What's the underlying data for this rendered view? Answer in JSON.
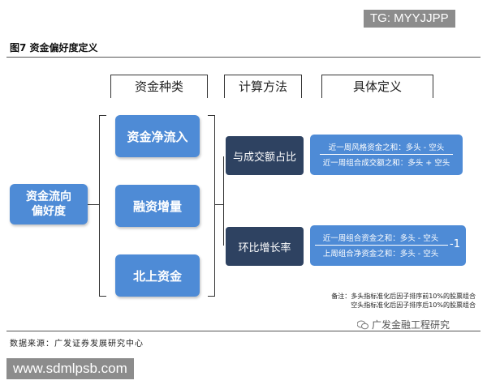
{
  "watermark_top": "TG: MYYJJPP",
  "figure_title": "图7 资金偏好度定义",
  "headers": {
    "col1": "资金种类",
    "col2": "计算方法",
    "col3": "具体定义"
  },
  "root_node": "资金流向\n偏好度",
  "fund_types": [
    "资金净流入",
    "融资增量",
    "北上资金"
  ],
  "methods": [
    "与成交额占比",
    "环比增长率"
  ],
  "definition1": {
    "numerator": "近一周风格资金之和：多头 - 空头",
    "denominator": "近一周组合成交额之和：多头 + 空头"
  },
  "definition2": {
    "numerator": "近一周组合资金之和：多头 - 空头",
    "denominator": "上周组合净资金之和：多头 - 空头",
    "suffix": "-1"
  },
  "note": {
    "line1": "备注：多头指标准化后因子排序前10%的股票组合",
    "line2": "空头指标准化后因子排序后10%的股票组合"
  },
  "logo_text": "广发金融工程研究",
  "source": "数据来源：广发证券发展研究中心",
  "watermark_bottom": "www.sdmlpsb.com",
  "colors": {
    "node_blue": "#4e8bd6",
    "method_dark": "#2e4261",
    "watermark_gray": "#8c8c8c"
  }
}
